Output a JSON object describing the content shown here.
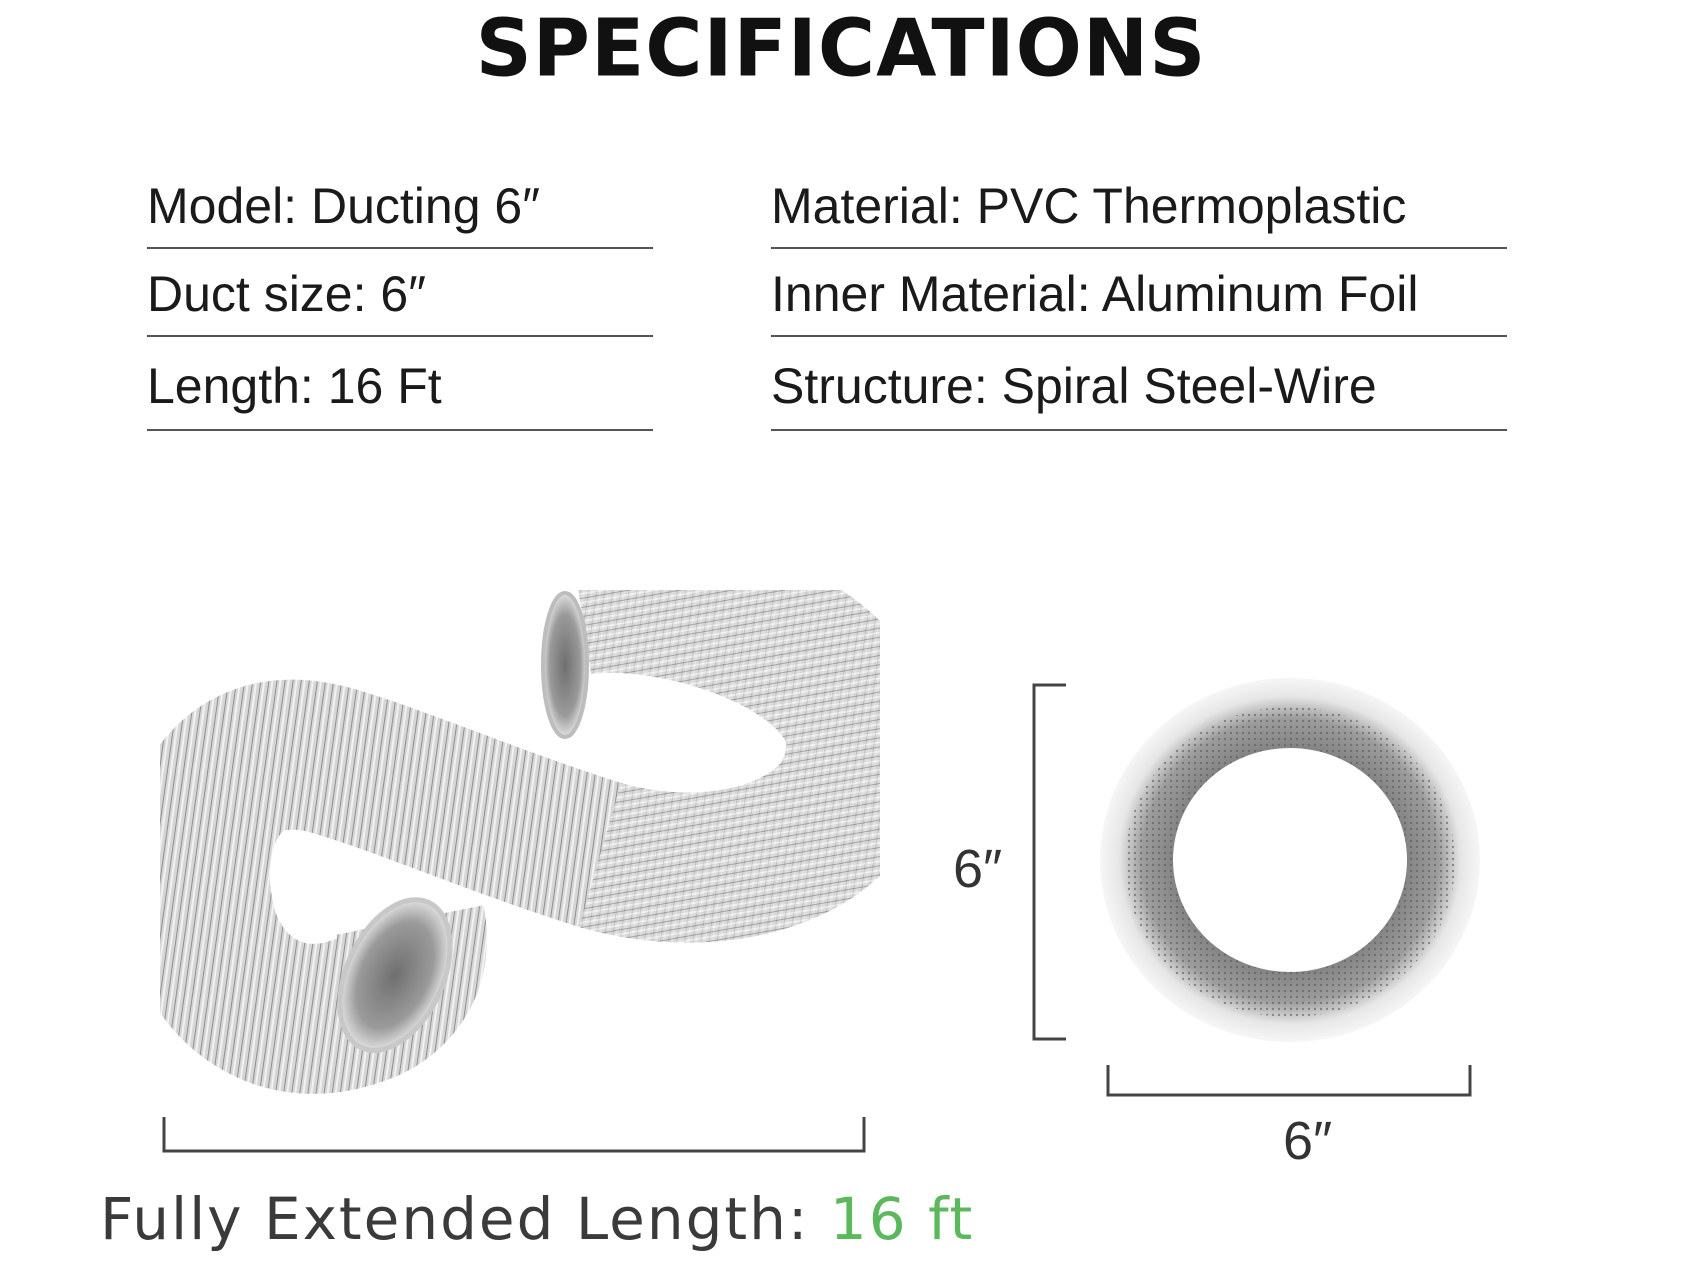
{
  "title": "SPECIFICATIONS",
  "specs": {
    "left": [
      "Model: Ducting 6″",
      "Duct size: 6″",
      "Length: 16 Ft"
    ],
    "right": [
      "Material: PVC Thermoplastic",
      "Inner Material: Aluminum Foil",
      "Structure: Spiral Steel-Wire"
    ]
  },
  "dimensions": {
    "height_label": "6″",
    "width_label": "6″"
  },
  "caption": {
    "prefix": "Fully Extended Length: ",
    "value": "16 ft"
  },
  "colors": {
    "accent": "#5cb85c",
    "rule": "#555555",
    "foil": "#c9c9c9"
  },
  "icons": [
    "flexible-duct-image",
    "duct-cross-section-image"
  ]
}
